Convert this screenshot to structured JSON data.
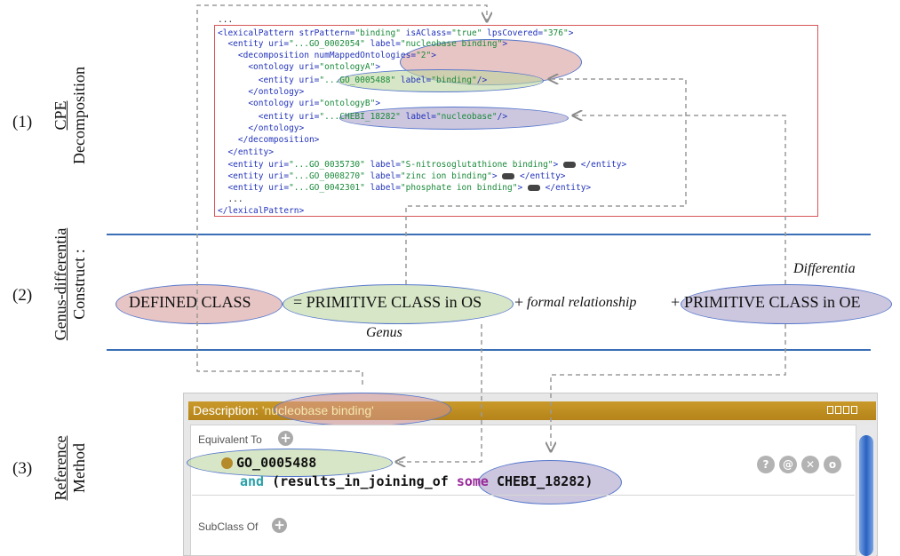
{
  "rows": {
    "r1": {
      "number": "(1)",
      "title_underlined": "CPE",
      "title": "Decomposition"
    },
    "r2": {
      "number": "(2)",
      "title_underlined": "Genus-differentia",
      "title": "Construct :"
    },
    "r3": {
      "number": "(3)",
      "title_underlined": "Reference",
      "title": "Method"
    }
  },
  "xml": {
    "l0": "...",
    "l1a": "<lexicalPattern strPattern=",
    "l1b": "\"binding\"",
    "l1c": " isAClass=",
    "l1d": "\"true\"",
    "l1e": " lpsCovered=",
    "l1f": "\"376\"",
    "l1g": ">",
    "l2a": "  <entity uri=",
    "l2b": "\"...GO_0002054\"",
    "l2c": " label=",
    "l2d": "\"nucleobase binding\"",
    "l2e": ">",
    "l3a": "    <decomposition numMappedOntologies=",
    "l3b": "\"2\"",
    "l3c": ">",
    "l4a": "      <ontology uri=",
    "l4b": "\"ontologyA\"",
    "l4c": ">",
    "l5a": "        <entity uri=",
    "l5b": "\"...GO_0005488\"",
    "l5c": " label=",
    "l5d": "\"binding\"",
    "l5e": "/>",
    "l6": "      </ontology>",
    "l7a": "      <ontology uri=",
    "l7b": "\"ontologyB\"",
    "l7c": ">",
    "l8a": "        <entity uri=",
    "l8b": "\"...CHEBI_18282\"",
    "l8c": " label=",
    "l8d": "\"nucleobase\"",
    "l8e": "/>",
    "l9": "      </ontology>",
    "l10": "    </decomposition>",
    "l11": "  </entity>",
    "l12a": "  <entity uri=",
    "l12b": "\"...GO_0035730\"",
    "l12c": " label=",
    "l12d": "\"S-nitrosoglutathione binding\"",
    "l12e": "> ",
    "l13a": "  <entity uri=",
    "l13b": "\"...GO_0008270\"",
    "l13c": " label=",
    "l13d": "\"zinc ion binding\"",
    "l13e": "> ",
    "l14a": "  <entity uri=",
    "l14b": "\"...GO_0042301\"",
    "l14c": " label=",
    "l14d": "\"phosphate ion binding\"",
    "l14e": "> ",
    "entity_close": " </entity>",
    "l15": "  ...",
    "l16": "</lexicalPattern>"
  },
  "construct": {
    "defined": "DEFINED CLASS",
    "primitive_os": "= PRIMITIVE CLASS in OS",
    "plus": "+",
    "formal": "formal relationship",
    "primitive_oe": "PRIMITIVE CLASS in OE",
    "genus": "Genus",
    "differentia": "Differentia"
  },
  "panel": {
    "title_prefix": "Description: ",
    "title_class": "'nucleobase binding'",
    "equivalent_to": "Equivalent To",
    "subclass_of": "SubClass Of",
    "class_id": "GO_0005488",
    "expr_and": "and",
    "expr_paren": "(results_in_joining_of",
    "expr_some": "some",
    "expr_chebi": "CHEBI_18282)",
    "btn_help": "?",
    "btn_at": "@",
    "btn_remove": "✕",
    "btn_edit": "o"
  },
  "colors": {
    "xml_tag": "#2233bb",
    "xml_string": "#1a8a3a",
    "header_gold": "#c4952a",
    "keyword_teal": "#2aa0a8",
    "keyword_purple": "#9a2a9a",
    "rule_blue": "#3a6fb5"
  }
}
